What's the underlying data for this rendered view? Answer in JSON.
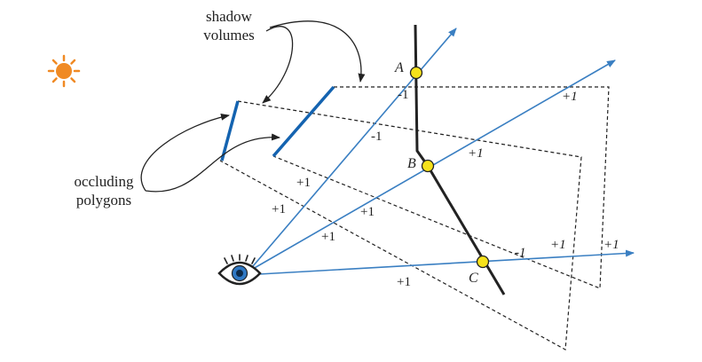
{
  "labels": {
    "shadow_volumes_line1": "shadow",
    "shadow_volumes_line2": "volumes",
    "occluding_line1": "occluding",
    "occluding_line2": "polygons"
  },
  "points": {
    "a": "A",
    "b": "B",
    "c": "C"
  },
  "counts": {
    "a_minus": "-1",
    "ray1_minus": "-1",
    "ray2_plus_near": "+1",
    "ray2_plus_far": "+1",
    "ray3_plus_1": "+1",
    "ray3_plus_2": "+1",
    "ray3_plus_b": "+1",
    "ray4_plus_1": "+1",
    "ray4_plus_2": "+1",
    "ray4_minus_c": "-1",
    "ray4_plus_3": "+1",
    "ray4_plus_end": "+1"
  },
  "colors": {
    "ray": "#3a7fc2",
    "occluder": "#1463b0",
    "point": "#f6e21b",
    "sun": "#f08a24",
    "surface": "#222222",
    "dashed": "#222222"
  },
  "icons": [
    "sun-icon",
    "eye-icon"
  ]
}
